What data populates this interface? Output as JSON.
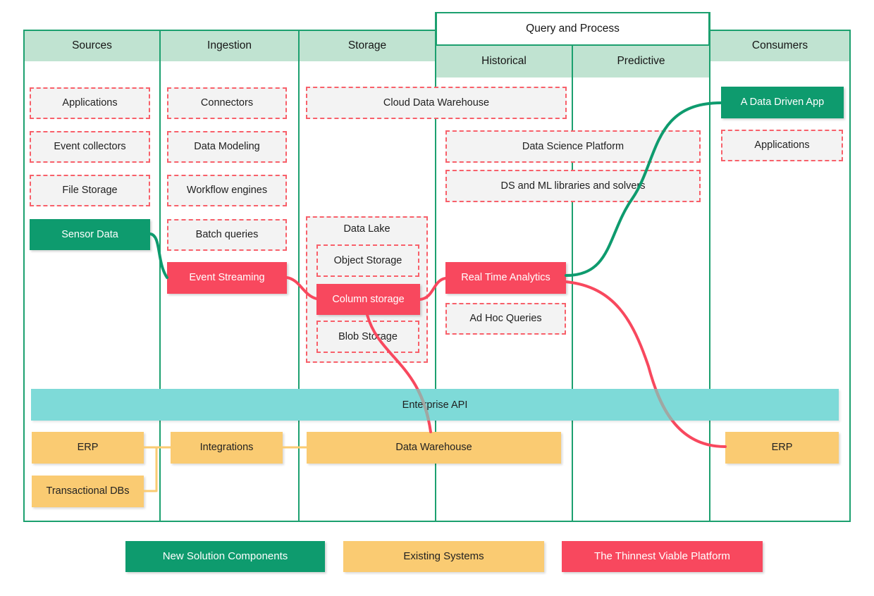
{
  "headers": {
    "sources": "Sources",
    "ingestion": "Ingestion",
    "storage": "Storage",
    "query_process": "Query and Process",
    "historical": "Historical",
    "predictive": "Predictive",
    "consumers": "Consumers"
  },
  "boxes": {
    "src_applications": "Applications",
    "src_event_collectors": "Event collectors",
    "src_file_storage": "File Storage",
    "src_sensor_data": "Sensor Data",
    "ing_connectors": "Connectors",
    "ing_data_modeling": "Data Modeling",
    "ing_workflow_engines": "Workflow engines",
    "ing_batch_queries": "Batch queries",
    "ing_event_streaming": "Event Streaming",
    "sto_cloud_dw": "Cloud Data Warehouse",
    "sto_data_lake": "Data Lake",
    "sto_object_storage": "Object Storage",
    "sto_column_storage": "Column storage",
    "sto_blob_storage": "Blob Storage",
    "qp_data_science_platform": "Data Science Platform",
    "qp_ds_ml": "DS and ML libraries and solvers",
    "qp_real_time_analytics": "Real Time Analytics",
    "qp_ad_hoc": "Ad Hoc Queries",
    "con_data_driven_app": "A Data Driven App",
    "con_applications": "Applications",
    "enterprise_api": "Enterprise API",
    "erp_left": "ERP",
    "transactional_dbs": "Transactional DBs",
    "integrations": "Integrations",
    "data_warehouse": "Data Warehouse",
    "erp_right": "ERP"
  },
  "legend": {
    "new_solution": "New Solution Components",
    "existing": "Existing Systems",
    "thinnest_viable": "The Thinnest Viable Platform"
  },
  "colors": {
    "solid_green": "#0E9B6E",
    "solid_red": "#F8485E",
    "solid_yellow": "#FACB72",
    "teal_band": "#7EDAD8",
    "header_mint": "#C0E3D1",
    "frame_green": "#1CA06F",
    "dashed_border_red": "#F8606A",
    "dashed_fill_gray": "#f3f3f3",
    "curve_gray_over_band": "#9FA8A3"
  }
}
